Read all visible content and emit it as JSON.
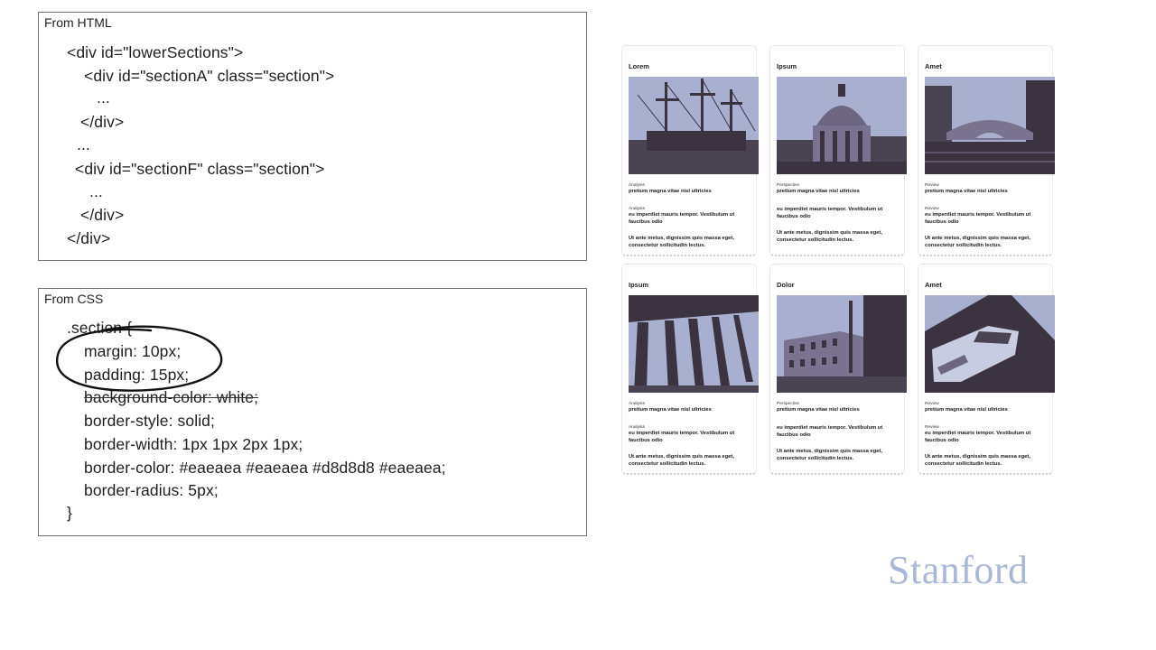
{
  "html_panel": {
    "title": "From HTML",
    "lines": [
      "<div id=\"lowerSections\">",
      "<div id=\"sectionA\" class=\"section\">",
      "...",
      "</div>",
      "...",
      "<div id=\"sectionF\" class=\"section\">",
      "...",
      "</div>",
      "</div>"
    ]
  },
  "css_panel": {
    "title": "From CSS",
    "lines": [
      ".section {",
      "margin: 10px;",
      "padding: 15px;",
      "background-color: white;",
      "border-style: solid;",
      "border-width: 1px 1px 2px 1px;",
      "border-color: #eaeaea #eaeaea #d8d8d8 #eaeaea;",
      "border-radius: 5px;",
      "}"
    ]
  },
  "preview": {
    "cards": [
      {
        "title": "Lorem",
        "image": "ship-photo",
        "cat1": "Analysis",
        "h1": "pretium magna vitae nisl ultricies",
        "cat2": "Analysis",
        "h2": "eu imperdiet mauris tempor. Vestibulum ut faucibus odio",
        "h3": "Ut ante metus, dignissim quis massa eget, consectetur sollicitudin lectus."
      },
      {
        "title": "Ipsum",
        "image": "domed-church-photo",
        "cat1": "Perspective",
        "h1": "pretium magna vitae nisl ultricies",
        "cat2": "",
        "h2": "eu imperdiet mauris tempor. Vestibulum ut faucibus odio",
        "h3": "Ut ante metus, dignissim quis massa eget, consectetur sollicitudin lectus."
      },
      {
        "title": "Amet",
        "image": "bridge-canal-photo",
        "cat1": "Review",
        "h1": "pretium magna vitae nisl ultricies",
        "cat2": "Review",
        "h2": "eu imperdiet mauris tempor. Vestibulum ut faucibus odio",
        "h3": "Ut ante metus, dignissim quis massa eget, consectetur sollicitudin lectus."
      },
      {
        "title": "Ipsum",
        "image": "columns-photo",
        "cat1": "Analysis",
        "h1": "pretium magna vitae nisl ultricies",
        "cat2": "Analysis",
        "h2": "eu imperdiet mauris tempor. Vestibulum ut faucibus odio",
        "h3": "Ut ante metus, dignissim quis massa eget, consectetur sollicitudin lectus."
      },
      {
        "title": "Dolor",
        "image": "colosseum-photo",
        "cat1": "Perspective",
        "h1": "pretium magna vitae nisl ultricies",
        "cat2": "",
        "h2": "eu imperdiet mauris tempor. Vestibulum ut faucibus odio",
        "h3": "Ut ante metus, dignissim quis massa eget, consectetur sollicitudin lectus."
      },
      {
        "title": "Amet",
        "image": "train-photo",
        "cat1": "Review",
        "h1": "pretium magna vitae nisl ultricies",
        "cat2": "Review",
        "h2": "eu imperdiet mauris tempor. Vestibulum ut faucibus odio",
        "h3": "Ut ante metus, dignissim quis massa eget, consectetur sollicitudin lectus."
      }
    ]
  },
  "logo": {
    "text": "Stanford"
  },
  "colors": {
    "logo": "#a9b8d8",
    "photo_dark": "#3b3340",
    "photo_sky": "#a9b0cf"
  }
}
